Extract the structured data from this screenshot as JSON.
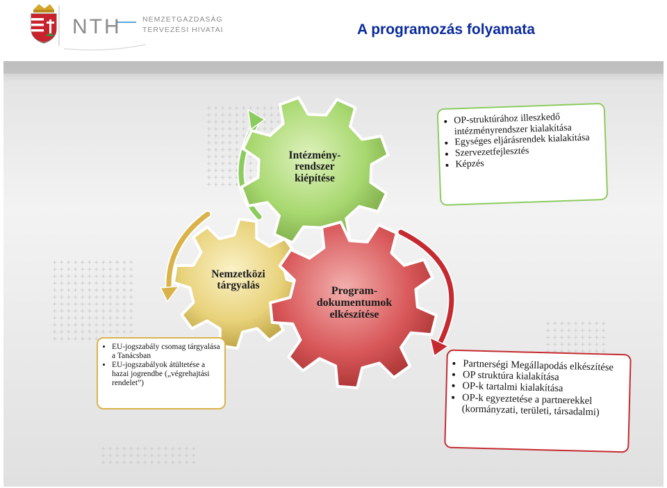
{
  "header": {
    "logo": {
      "emblem": "hungarian-coat-of-arms-icon",
      "mark": "NTH",
      "name_line1": "NEMZETGAZDASÁGI",
      "name_line2": "TERVEZÉSI HIVATAL"
    },
    "title": "A programozás folyamata"
  },
  "colors": {
    "title": "#0a2a9c",
    "gear_green": "#a8d870",
    "gear_yellow": "#e8d27a",
    "gear_red": "#d9585a",
    "arrow_green": "#8ccb5e",
    "arrow_yellow": "#d9b24a",
    "arrow_red": "#c42a30"
  },
  "diagram": {
    "gears": {
      "institution": {
        "line1": "Intézmény-",
        "line2": "rendszer",
        "line3": "kiépítése"
      },
      "negotiation": {
        "line1": "Nemzetközi",
        "line2": "tárgyalás"
      },
      "program": {
        "line1": "Program-",
        "line2": "dokumentumok",
        "line3": "elkészítése"
      }
    },
    "boxes": {
      "institution": [
        "OP-struktúrához illeszkedő intézményrendszer kialakítása",
        "Egységes eljárásrendek kialakítása",
        "Szervezetfejlesztés",
        "Képzés"
      ],
      "negotiation": [
        "EU-jogszabály csomag tárgyalása a Tanácsban",
        "EU-jogszabályok átültetése a hazai jogrendbe („végrehajtási rendelet”)"
      ],
      "program": [
        "Partnerségi Megállapodás elkészítése",
        "OP struktúra kialakítása",
        "OP-k tartalmi kialakítása",
        "OP-k egyeztetése a partnerekkel (kormányzati, területi, társadalmi)"
      ]
    }
  }
}
